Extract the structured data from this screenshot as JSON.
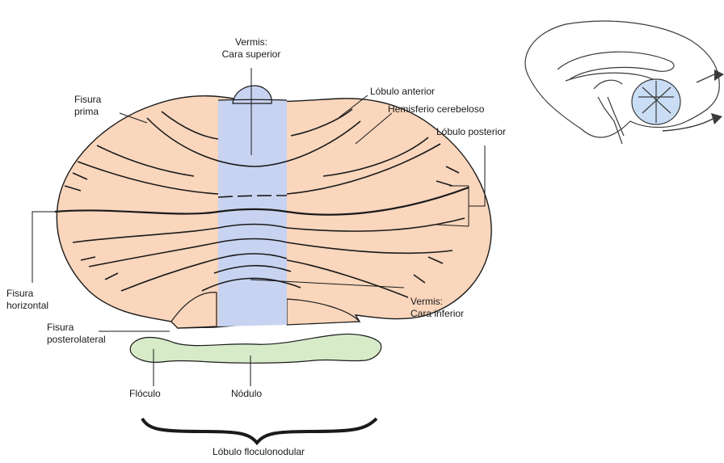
{
  "labels": {
    "vermis_superior_1": "Vermis:",
    "vermis_superior_2": "Cara superior",
    "fisura_prima_1": "Fisura",
    "fisura_prima_2": "prima",
    "lobulo_anterior": "Lóbulo anterior",
    "hemisferio": "Hemisferio cerebeloso",
    "lobulo_posterior": "Lóbulo posterior",
    "fisura_horizontal_1": "Fisura",
    "fisura_horizontal_2": "horizontal",
    "vermis_inferior_1": "Vermis:",
    "vermis_inferior_2": "Cara inferior",
    "fisura_posterolateral_1": "Fisura",
    "fisura_posterolateral_2": "posterolateral",
    "floculo": "Flóculo",
    "nodulo": "Nódulo",
    "lobulo_floculonodular": "Lóbulo floculonodular"
  },
  "colors": {
    "hemisphere_fill": "#f9d6bc",
    "vermis_fill": "#c8d3f1",
    "flocculonodular_fill": "#d7ebc9",
    "line": "#1a1a1a",
    "inset_cerebellum": "#c9def5"
  }
}
